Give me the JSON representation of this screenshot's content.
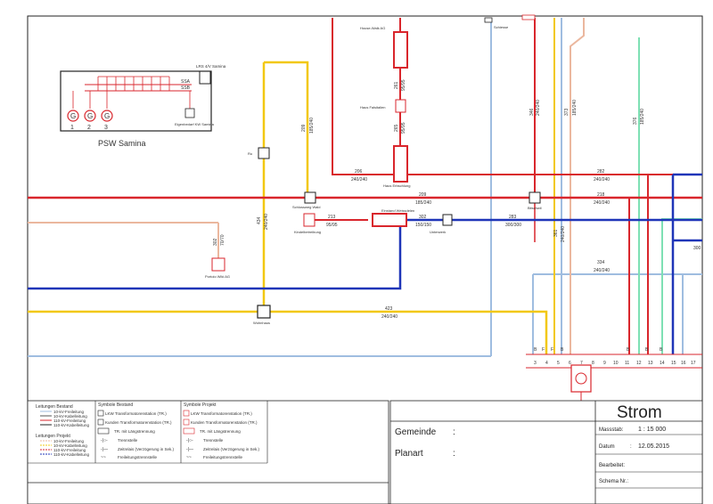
{
  "plant": {
    "title": "PSW Samina",
    "box_label_top": "LRS 4/V Samina",
    "bus_label_1": "SSA",
    "bus_label_2": "SSB",
    "own_needs": "Eigenbedarf KW Samina",
    "generators": [
      "1",
      "2",
      "3"
    ]
  },
  "nodes": {
    "n1": "House-Walk AG",
    "n2": "Haus Falsitalien",
    "n3": "Haus Erbschlung",
    "n4": "Schlossweg Wald",
    "n5": "Kindelbetreibung",
    "n6": "Einstand Weissdelen",
    "n7": "Unterwerk",
    "n8": "Bitschwil",
    "n9": "Portolo Wiki AG",
    "n10": "Wohnhaus",
    "n11": "Ru",
    "n12": "Schiesse"
  },
  "lines": {
    "l1": {
      "num": "206",
      "spec": "240/240"
    },
    "l2": {
      "num": "209",
      "spec": "185/240"
    },
    "l3": {
      "num": "282",
      "spec": "240/240"
    },
    "l4": {
      "num": "218",
      "spec": "240/240"
    },
    "l5": {
      "num": "213",
      "spec": "95/95"
    },
    "l6": {
      "num": "302",
      "spec": "150/150"
    },
    "l7": {
      "num": "283",
      "spec": "300/300"
    },
    "l8": {
      "num": "334",
      "spec": "240/240"
    },
    "l9": {
      "num": "423",
      "spec": "240/240"
    },
    "v1": {
      "num": "209",
      "spec": "185/240"
    },
    "v2": {
      "num": "346",
      "spec": "240/240"
    },
    "v3": {
      "num": "373",
      "spec": "185/240"
    },
    "v4": {
      "num": "376",
      "spec": "185/240"
    },
    "v5": {
      "num": "261",
      "spec": "95/95"
    },
    "v6": {
      "num": "265",
      "spec": "95/95"
    },
    "v7": {
      "num": "302",
      "spec": "70/70"
    },
    "v8": {
      "num": "434",
      "spec": "240/240"
    },
    "v9": {
      "num": "361",
      "spec": "240/240"
    },
    "edge": "300"
  },
  "terminals": [
    "3",
    "4",
    "5",
    "6",
    "7",
    "8",
    "9",
    "10",
    "11",
    "12",
    "13",
    "14",
    "15",
    "16",
    "17"
  ],
  "terminal_letters": [
    "B",
    "F",
    "F",
    "B",
    "B",
    "B",
    "B"
  ],
  "legend": {
    "bestand_title": "Leitungen Bestand",
    "bestand_items": [
      "10-kV-Freileitung",
      "10-kV-Kabelleitung",
      "110-kV-Freileitung",
      "110-kV-Kabelleitung"
    ],
    "projekt_title": "Leitungen Projekt",
    "projekt_items": [
      "10-kV-Freileitung",
      "10-kV-Kabelleitung",
      "110-kV-Freileitung",
      "110-kV-Kabelleitung"
    ],
    "sym_bestand_title": "Symbole Bestand",
    "sym_bestand_items": [
      "LKW Transformatorenstation (TR.)",
      "Kunden Transformatorenstation (TR.)",
      "TR. mit Längstrennung",
      "Trennstelle",
      "Zeitrelais (Verzögerung in Sek.)",
      "Freileitungstrennstelle"
    ],
    "sym_projekt_title": "Symbole Projekt",
    "sym_projekt_items": [
      "LKW Transformatorenstation (TR.)",
      "Kunden Transformatorenstation (TR.)",
      "TR. mit Längstrennung",
      "Trennstelle",
      "Zeitrelais (Verzögerung in Sek.)",
      "Freileitungstrennstelle"
    ]
  },
  "titleblock": {
    "heading": "Strom",
    "gemeinde_label": "Gemeinde",
    "planart_label": "Planart",
    "colon": ":",
    "massstab_label": "Massstab:",
    "massstab_value": "1 : 15 000",
    "datum_label": "Datum",
    "datum_colon": ":",
    "datum_value": "12.05.2015",
    "bearbeitet_label": "Bearbeitet:",
    "schema_label": "Schema Nr.:"
  },
  "colors": {
    "red": "#d9262c",
    "blue": "#1f35b8",
    "yellow": "#f2c811",
    "lightblue": "#9fbde0",
    "salmon": "#ebb79e",
    "green": "#7ee0b4",
    "title_red": "#e0202a"
  }
}
